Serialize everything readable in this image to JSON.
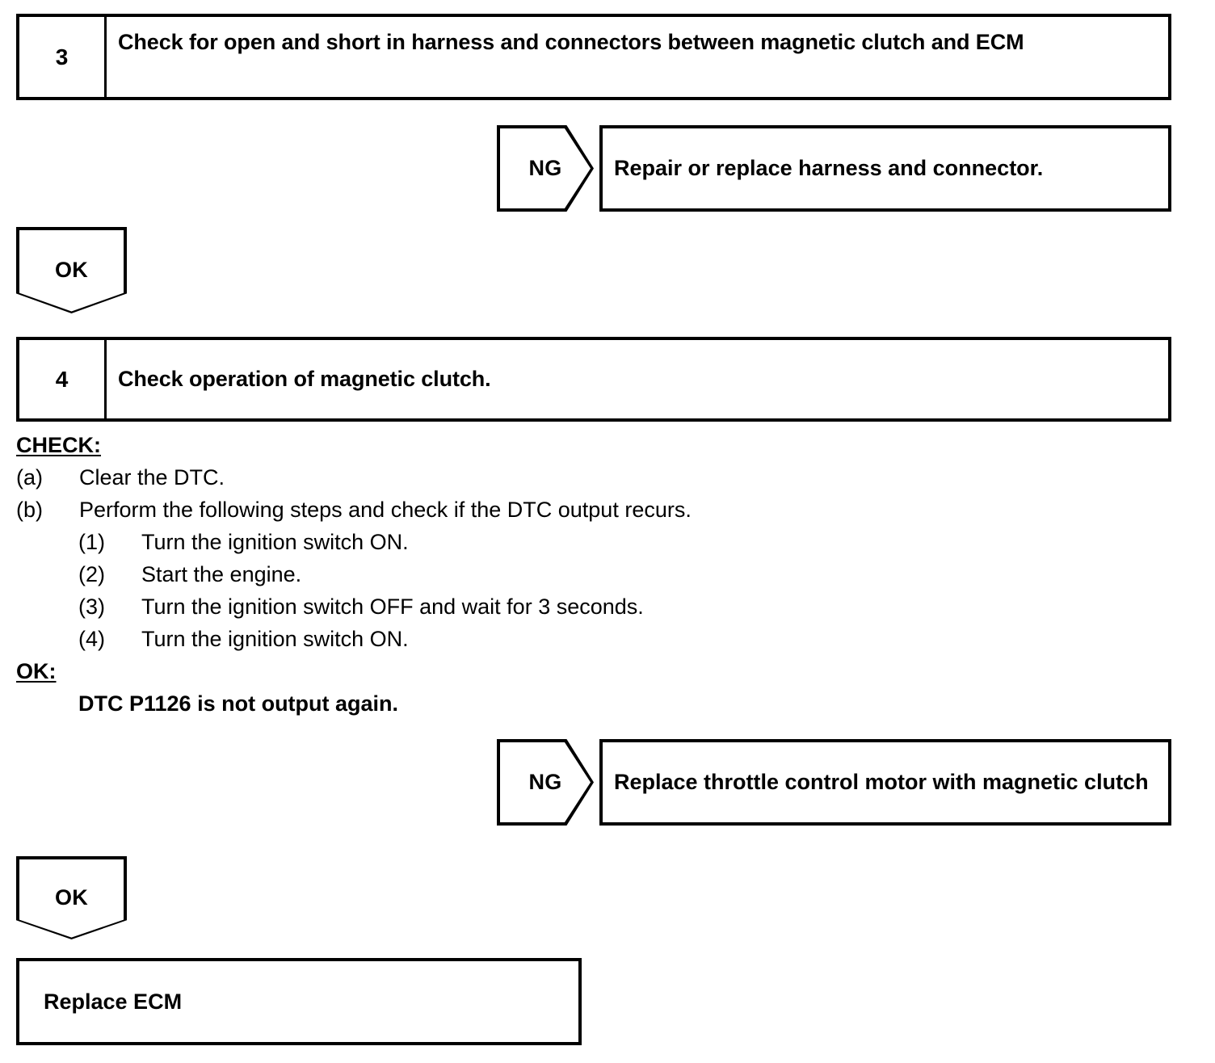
{
  "document": {
    "type": "diagnostic-troubleshooting-flowchart"
  },
  "steps": [
    {
      "number": "3",
      "title": "Check for open and short in harness and connectors between magnetic clutch and ECM",
      "ng": {
        "label": "NG",
        "result": "Repair or replace harness and connector."
      },
      "ok": {
        "label": "OK"
      }
    },
    {
      "number": "4",
      "title": "Check operation of magnetic clutch.",
      "ng": {
        "label": "NG",
        "result": "Replace throttle control motor with magnetic clutch"
      },
      "ok": {
        "label": "OK"
      }
    }
  ],
  "check_block": {
    "heading": "CHECK:",
    "items": [
      {
        "marker": "(a)",
        "text": "Clear the DTC."
      },
      {
        "marker": "(b)",
        "text": "Perform the following steps and check if the DTC output recurs."
      }
    ],
    "substeps": [
      {
        "marker": "(1)",
        "text": "Turn the ignition switch ON."
      },
      {
        "marker": "(2)",
        "text": "Start the engine."
      },
      {
        "marker": "(3)",
        "text": "Turn the ignition switch OFF and wait for 3 seconds."
      },
      {
        "marker": "(4)",
        "text": "Turn the ignition switch ON."
      }
    ],
    "ok_heading": "OK:",
    "ok_criteria": "DTC P1126 is not output again."
  },
  "final": {
    "action": "Replace ECM"
  },
  "colors": {
    "ink": "#000000",
    "paper": "#ffffff"
  }
}
